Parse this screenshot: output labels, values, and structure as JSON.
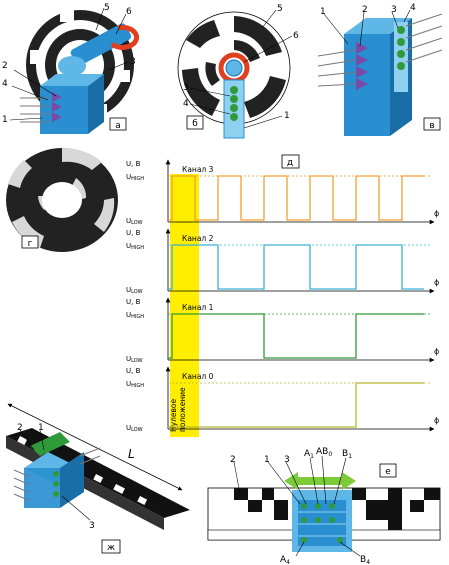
{
  "panels": {
    "a": "а",
    "b": "б",
    "v": "в",
    "g": "г",
    "d": "д",
    "zh": "ж",
    "e": "е"
  },
  "callouts": {
    "n1": "1",
    "n2": "2",
    "n3": "3",
    "n4": "4",
    "n5": "5",
    "n6": "6"
  },
  "chart": {
    "ylabel": "U, В",
    "xlabel": "ϕ",
    "uhigh": "U",
    "uhigh_sub": "HIGH",
    "ulow": "U",
    "ulow_sub": "LOW",
    "zero_label_line1": "Нулевое",
    "zero_label_line2": "положение"
  },
  "chart_data": {
    "type": "line",
    "series": [
      {
        "name": "Канал 3",
        "color": "#f0a030",
        "transitions": [
          0,
          1,
          2,
          3,
          4,
          5,
          6,
          7,
          8,
          9,
          10
        ]
      },
      {
        "name": "Канал 2",
        "color": "#3ab0d8",
        "transitions": [
          0,
          2,
          4,
          6,
          8,
          10
        ]
      },
      {
        "name": "Канал 1",
        "color": "#2e9a3a",
        "transitions": [
          0,
          4,
          8
        ]
      },
      {
        "name": "Канал 0",
        "color": "#b8b830",
        "transitions": [
          8
        ]
      }
    ],
    "zero_band": [
      0,
      1
    ],
    "length_label": "L",
    "encoder_labels": {
      "a1": "A",
      "a1_sub": "1",
      "ab0": "AB",
      "ab0_sub": "0",
      "b1": "B",
      "b1_sub": "1",
      "a4": "A",
      "a4_sub": "4",
      "b4": "B",
      "b4_sub": "4"
    }
  },
  "colors": {
    "blue": "#2a8fd0",
    "blue_light": "#5fb7e8",
    "purple": "#7a4aa8",
    "green": "#2e9a3a",
    "orange": "#f0a030",
    "cyan": "#3ab0d8",
    "olive": "#b8b830",
    "yellow": "#ffee00",
    "red": "#e04020"
  }
}
